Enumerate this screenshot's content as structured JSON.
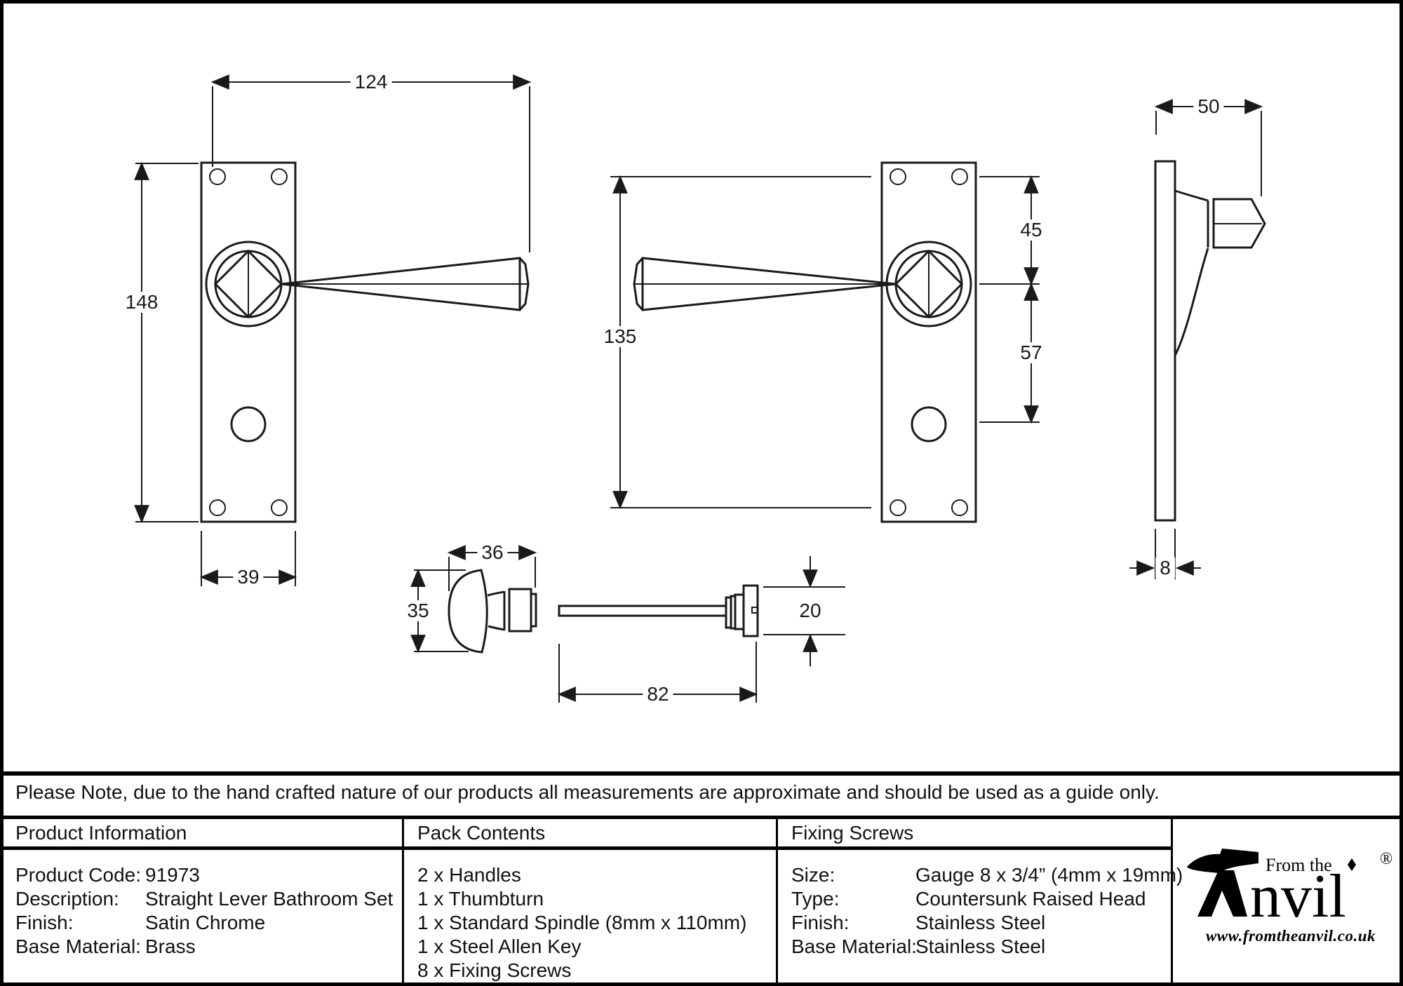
{
  "note": "Please Note, due to the hand crafted nature of our products all measurements are approximate and should be used as a guide only.",
  "diagram": {
    "dimensions": {
      "lever_length": "124",
      "plate_height": "148",
      "plate_width": "39",
      "handle_span": "135",
      "top_to_centre": "45",
      "centre_to_turn": "57",
      "projection": "50",
      "plate_thickness": "8",
      "thumbturn_width": "36",
      "thumbturn_height": "35",
      "spindle_length": "82",
      "release_height": "20"
    }
  },
  "table": {
    "product_information": {
      "title": "Product Information",
      "rows": [
        {
          "label": "Product Code:",
          "value": "91973"
        },
        {
          "label": "Description:",
          "value": "Straight Lever Bathroom Set"
        },
        {
          "label": "Finish:",
          "value": "Satin Chrome"
        },
        {
          "label": "Base Material:",
          "value": "Brass"
        }
      ]
    },
    "pack_contents": {
      "title": "Pack Contents",
      "items": [
        "2 x Handles",
        "1 x Thumbturn",
        "1 x Standard Spindle (8mm x 110mm)",
        "1 x Steel Allen Key",
        "8 x Fixing Screws"
      ]
    },
    "fixing_screws": {
      "title": "Fixing Screws",
      "rows": [
        {
          "label": "Size:",
          "value": "Gauge 8 x 3/4” (4mm x 19mm)"
        },
        {
          "label": "Type:",
          "value": "Countersunk Raised Head"
        },
        {
          "label": "Finish:",
          "value": "Stainless Steel"
        },
        {
          "label": "Base Material:",
          "value": "Stainless Steel"
        }
      ]
    },
    "logo": {
      "tagline": "From the",
      "wordmark": "nvil",
      "registered": "®",
      "website": "www.fromtheanvil.co.uk"
    }
  }
}
